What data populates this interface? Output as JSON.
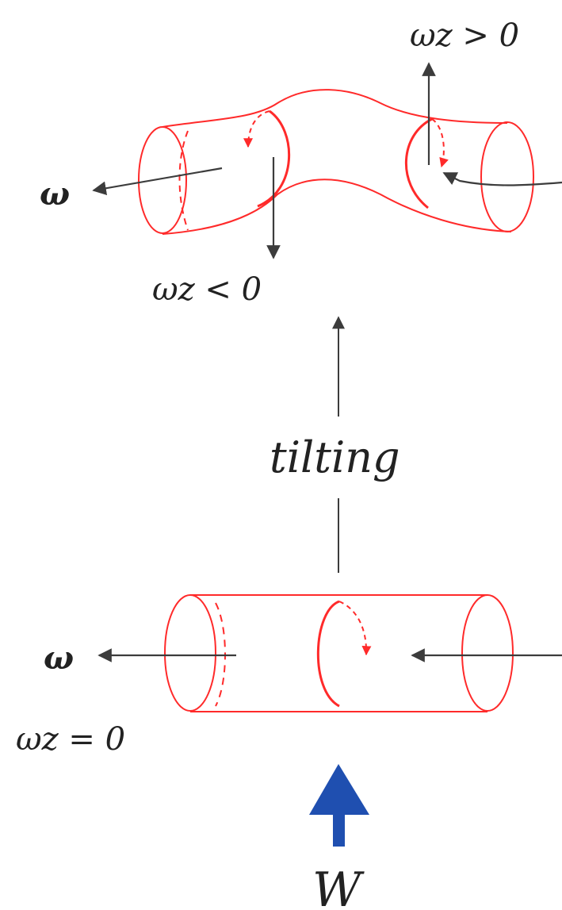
{
  "labels": {
    "omega_top": "ω",
    "wz_positive": "ωz > 0",
    "wz_negative": "ωz < 0",
    "tilting": "tilting",
    "omega_bottom": "ω",
    "wz_zero": "ωz = 0",
    "w": "W"
  },
  "colors": {
    "tube": "#ff2a2a",
    "arrow": "#3c3c3c",
    "w_arrow": "#1f4fb0",
    "text": "#222222"
  }
}
